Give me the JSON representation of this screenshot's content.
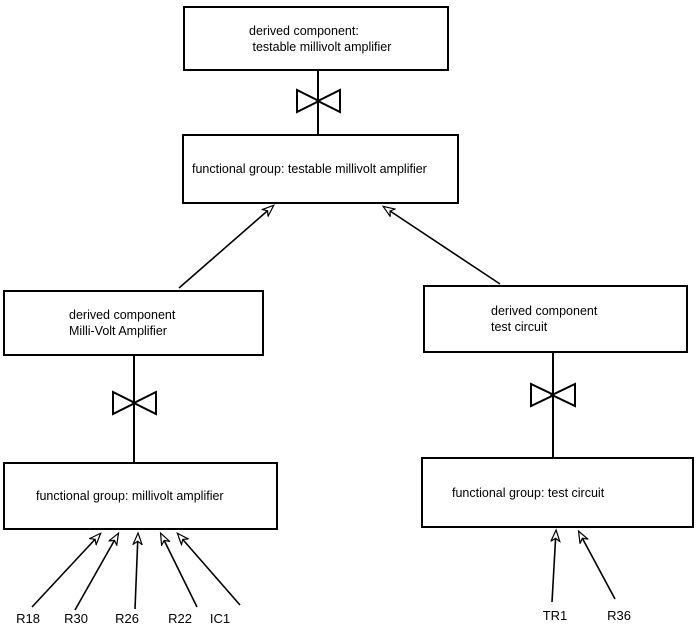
{
  "colors": {
    "background": "#ffffff",
    "line": "#000000",
    "text": "#000000"
  },
  "boxes": [
    {
      "name": "derived-component-testable-millivolt-amplifier",
      "lines": [
        "derived component:",
        " testable millivolt amplifier"
      ]
    },
    {
      "name": "functional-group-testable-millivolt-amplifier",
      "lines": [
        "functional group: testable millivolt amplifier"
      ]
    },
    {
      "name": "derived-component-milli-volt-amplifier",
      "lines": [
        "derived component",
        "Milli-Volt Amplifier"
      ]
    },
    {
      "name": "functional-group-millivolt-amplifier",
      "lines": [
        "functional group: millivolt amplifier"
      ]
    },
    {
      "name": "derived-component-test-circuit",
      "lines": [
        "derived component",
        "test circuit"
      ]
    },
    {
      "name": "functional-group-test-circuit",
      "lines": [
        "functional group: test circuit"
      ]
    }
  ],
  "component_labels": [
    "R18",
    "R30",
    "R26",
    "R22",
    "IC1",
    "TR1",
    "R36"
  ]
}
